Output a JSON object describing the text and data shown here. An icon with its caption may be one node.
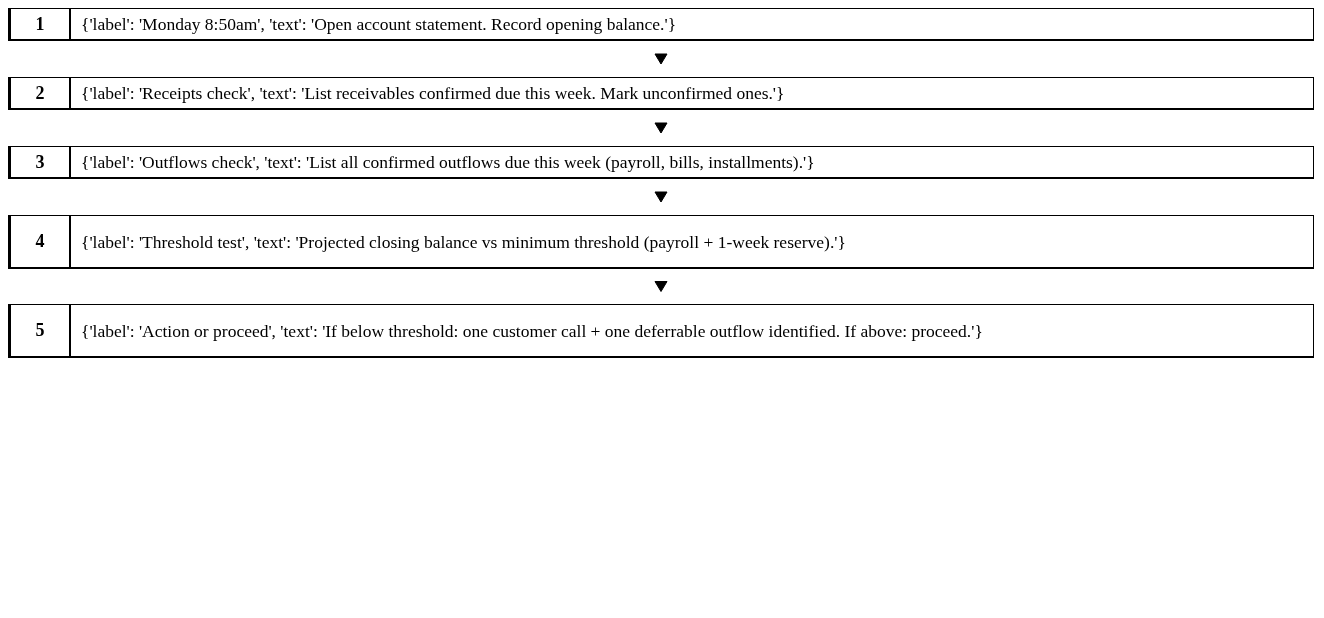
{
  "diagram": {
    "nodes": [
      {
        "text": [
          "1",
          "{'label': 'Monday 8:50am', 'text': 'Open account statement. Record opening balance.'}"
        ]
      },
      {
        "text": [
          "2",
          "{'label': 'Receipts check', 'text': 'List receivables confirmed due this week. Mark unconfirmed ones.'}"
        ]
      },
      {
        "text": [
          "3",
          "{'label': 'Outflows check', 'text': 'List all confirmed outflows due this week (payroll, bills, installments).'}"
        ]
      },
      {
        "text": [
          "4",
          "{'label': 'Threshold test', 'text': 'Projected closing balance vs minimum threshold (payroll + 1-week reserve).'}"
        ]
      },
      {
        "text": [
          "5",
          "{'label': 'Action or proceed', 'text': 'If below threshold: one customer call + one deferrable outflow identified. If above: proceed.'}"
        ]
      }
    ],
    "edges": [
      {
        "from": 0,
        "to": 1,
        "arrow": "to"
      },
      {
        "from": 1,
        "to": 2,
        "arrow": "to"
      },
      {
        "from": 2,
        "to": 3,
        "arrow": "to"
      },
      {
        "from": 3,
        "to": 4,
        "arrow": "to"
      }
    ]
  }
}
